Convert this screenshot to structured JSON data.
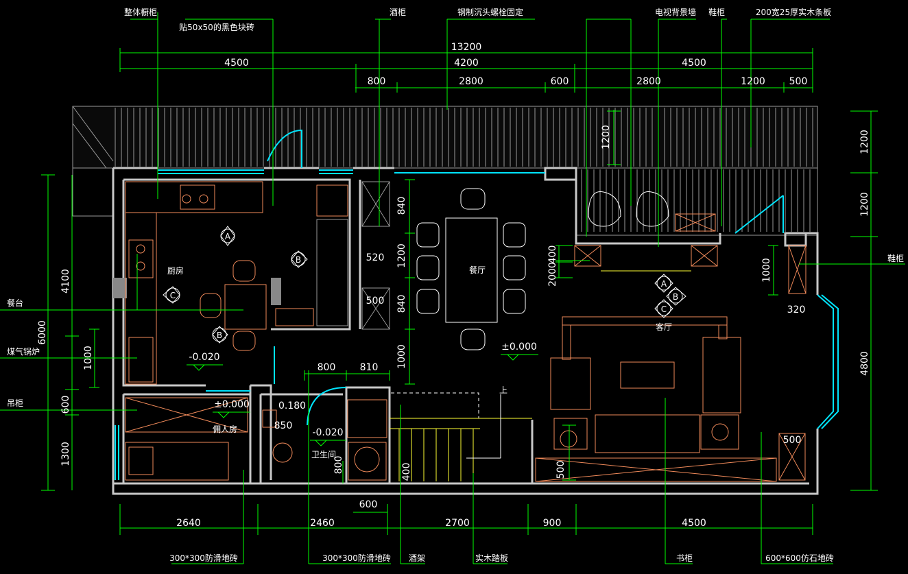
{
  "dims": {
    "top_total": "13200",
    "top_row2": [
      "4500",
      "4200",
      "4500"
    ],
    "top_row3": [
      "800",
      "2800",
      "600",
      "2800",
      "1200",
      "500"
    ],
    "right": [
      "1200",
      "1200",
      "4800"
    ],
    "left": [
      "4100",
      "6000",
      "1000",
      "600",
      "1300"
    ],
    "bottom_row": [
      "2640",
      "2460",
      "2700",
      "900",
      "4500"
    ],
    "bottom_600": "600",
    "inner": [
      "840",
      "1200",
      "840",
      "1000",
      "520",
      "500",
      "800",
      "810",
      "0.180",
      "850",
      "800",
      "400",
      "500",
      "1000",
      "320",
      "500",
      "2000",
      "400",
      "1200"
    ]
  },
  "levels": [
    "-0.020",
    "±0.000",
    "±0.000",
    "-0.020"
  ],
  "callouts_top": [
    "整体橱柜",
    "贴50x50的黑色块砖",
    "酒柜",
    "钢制沉头螺栓固定",
    "电视背景墙",
    "鞋柜",
    "200宽25厚实木条板"
  ],
  "callouts_left": [
    "餐台",
    "煤气锅炉",
    "吊柜"
  ],
  "callouts_right": [
    "鞋柜"
  ],
  "callouts_bottom": [
    "300*300防滑地砖",
    "300*300防滑地砖",
    "酒架",
    "实木踏板",
    "书柜",
    "600*600仿石地砖"
  ],
  "rooms": [
    "厨房",
    "餐厅",
    "客厅",
    "佣人房",
    "卫生间"
  ],
  "stair_up": "上",
  "markers": [
    "A",
    "B",
    "C",
    "B",
    "A",
    "B",
    "C"
  ],
  "colors": {
    "dimension": "#00ff00",
    "wall": "#c8c8c8",
    "glass": "#00e5ff",
    "furniture": "#f08a5a",
    "text": "#ffffff"
  }
}
